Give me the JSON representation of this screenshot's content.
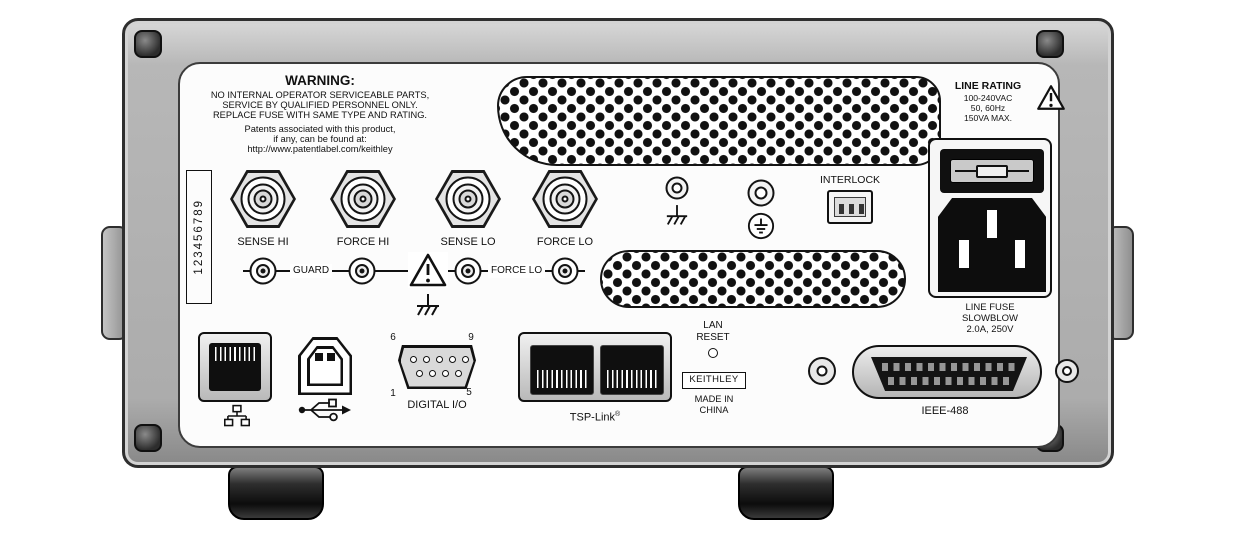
{
  "colors": {
    "chassis_gray": "#b7b7b7",
    "panel_white": "#fcfcfc",
    "ink_black": "#111111"
  },
  "panel": {
    "warning": {
      "title": "WARNING:",
      "lines": [
        "NO INTERNAL OPERATOR SERVICEABLE PARTS,",
        "SERVICE BY QUALIFIED PERSONNEL ONLY.",
        "REPLACE FUSE WITH SAME TYPE AND RATING."
      ],
      "patent_lines": [
        "Patents associated with this product,",
        "if any, can be found at:",
        "http://www.patentlabel.com/keithley"
      ]
    },
    "serial_label": "123456789",
    "bnc_connectors": [
      {
        "label": "SENSE HI"
      },
      {
        "label": "FORCE HI"
      },
      {
        "label": "SENSE LO"
      },
      {
        "label": "FORCE LO"
      }
    ],
    "guard_row": {
      "left_label": "GUARD",
      "right_label": "FORCE LO"
    },
    "interlock_label": "INTERLOCK",
    "line_rating": {
      "title": "LINE RATING",
      "lines": [
        "100-240VAC",
        "50, 60Hz",
        "150VA MAX."
      ]
    },
    "line_fuse": {
      "lines": [
        "LINE FUSE",
        "SLOWBLOW",
        "2.0A, 250V"
      ]
    },
    "digital_io": {
      "label": "DIGITAL I/O",
      "pin_top_left": "6",
      "pin_top_right": "9",
      "pin_bottom_left": "1",
      "pin_bottom_right": "5"
    },
    "tsp_link": {
      "label": "TSP-Link",
      "reg_mark": "®"
    },
    "lan_reset": {
      "line1": "LAN",
      "line2": "RESET"
    },
    "brand": {
      "logo": "KEITHLEY",
      "made_in_lines": [
        "MADE IN",
        "CHINA"
      ]
    },
    "ieee488_label": "IEEE-488"
  }
}
